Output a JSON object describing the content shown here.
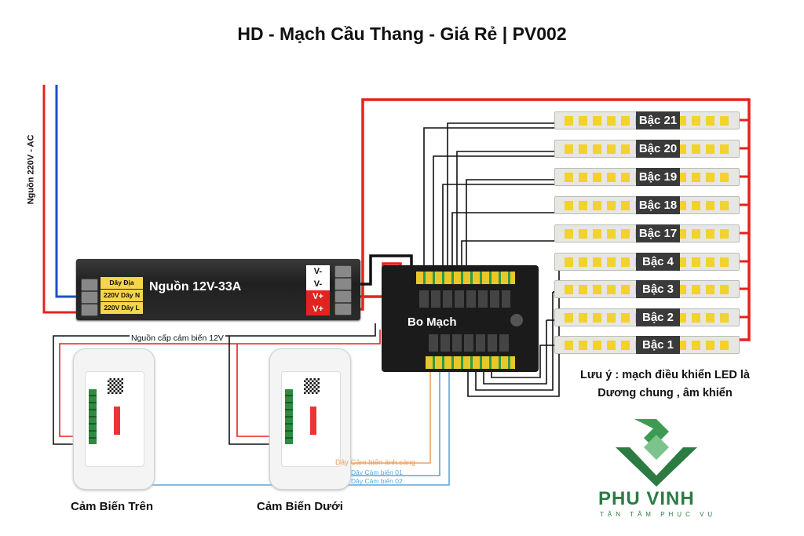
{
  "title": "HD - Mạch Cầu Thang - Giá Rẻ | PV002",
  "ac_source_label": "Nguồn 220V - AC",
  "psu": {
    "title": "Nguồn 12V-33A",
    "inputs": [
      "Dây Địa",
      "220V Dây N",
      "220V Dây L"
    ],
    "outputs": [
      "V-",
      "V-",
      "V+",
      "V+"
    ]
  },
  "sensor_power_label": "Nguồn cấp cảm biến 12V",
  "board": {
    "title": "Bo Mạch"
  },
  "led_strips": [
    "Bậc 21",
    "Bậc 20",
    "Bậc 19",
    "Bậc 18",
    "Bậc 17",
    "Bậc 4",
    "Bậc 3",
    "Bậc 2",
    "Bậc 1"
  ],
  "sensors": {
    "top_label": "Cảm Biến Trên",
    "bottom_label": "Cảm Biến Dưới"
  },
  "sensor_wires": {
    "light": "Dây Cảm biến ánh sáng",
    "sensor1": "Dây Cảm biến 01",
    "sensor2": "Dây Cảm biến 02"
  },
  "note": "Lưu ý : mạch điều khiển LED là Dương chung , âm khiển",
  "logo": {
    "name": "PHU VINH",
    "tagline": "TẬN TÂM PHỤC VỤ"
  },
  "colors": {
    "live_wire": "#e3231f",
    "neutral_wire": "#1f4fc0",
    "signal_wire": "#111111",
    "light_sensor_wire": "#f0a060",
    "sensor_wire": "#5aa7e0",
    "logo_green": "#2c7b43"
  }
}
